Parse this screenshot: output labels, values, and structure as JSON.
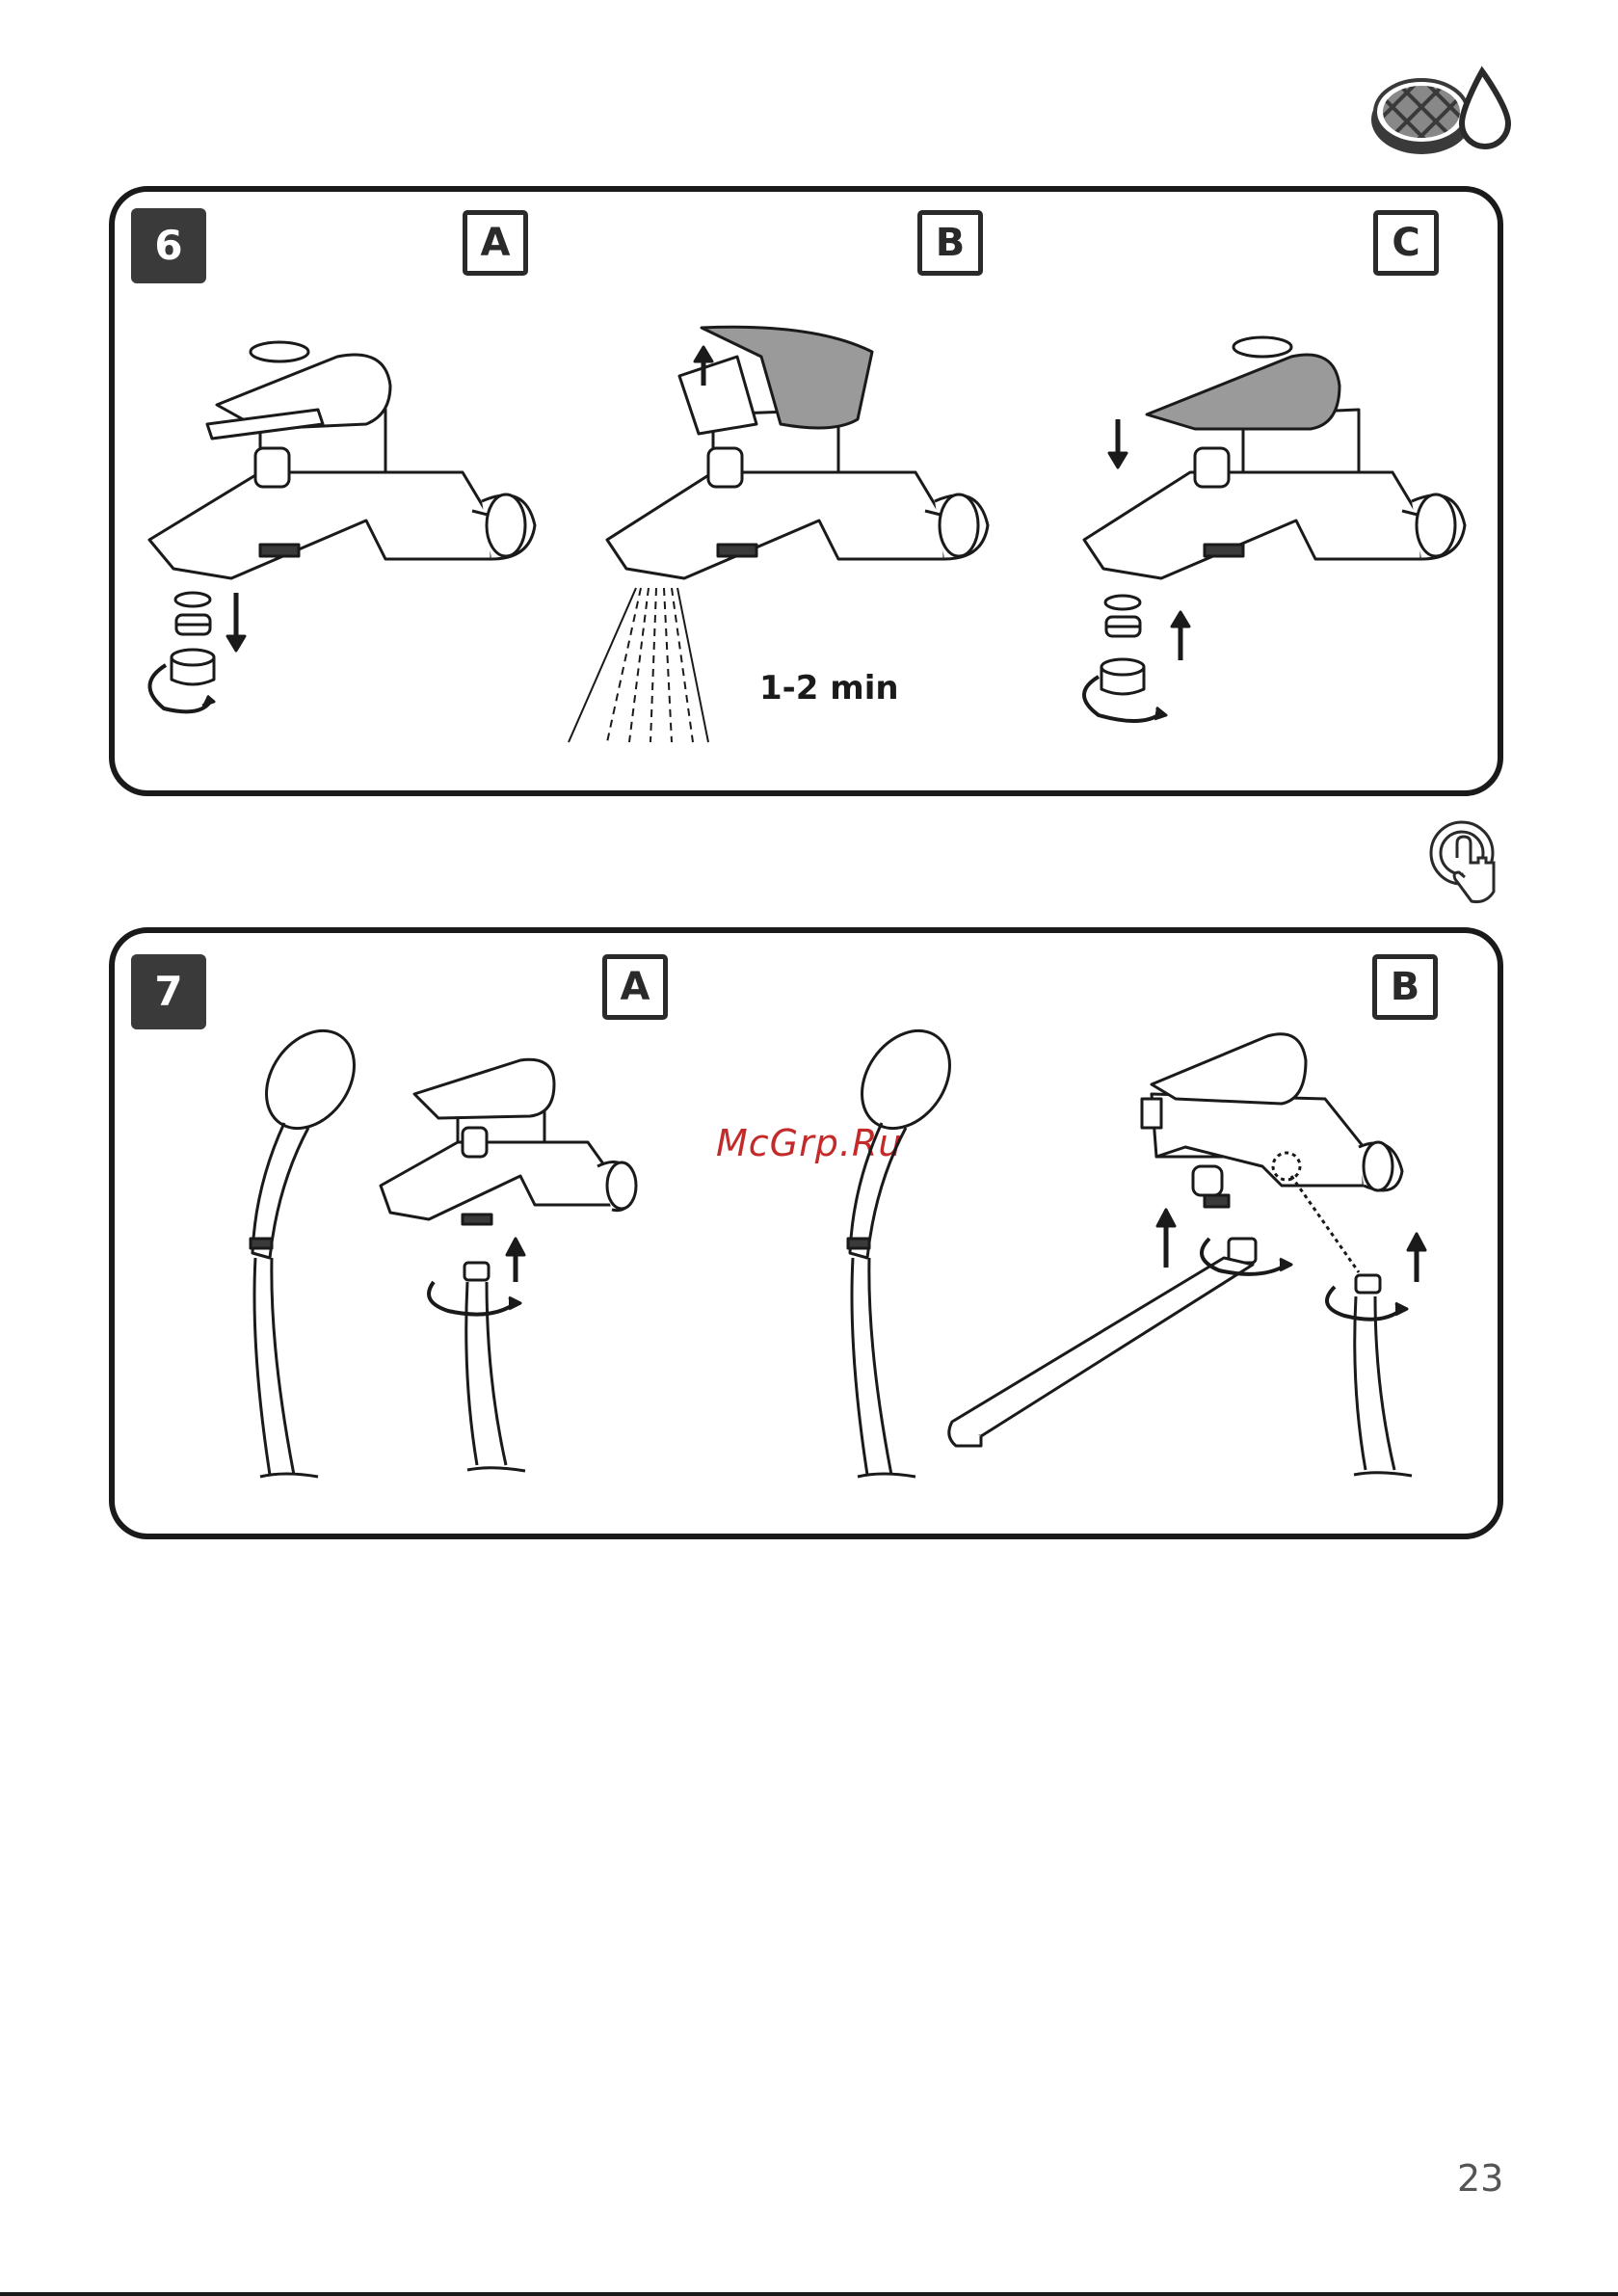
{
  "page": {
    "number": "23"
  },
  "watermark": {
    "text": "McGrp.Ru",
    "color": "#c42a2a"
  },
  "icons": {
    "header": "aerator-filter-water-icon",
    "between_steps": "press-button-hand-icon"
  },
  "steps": [
    {
      "number": "6",
      "sub_labels": [
        "A",
        "B",
        "C"
      ],
      "duration": "1-2 min"
    },
    {
      "number": "7",
      "sub_labels": [
        "A",
        "B"
      ]
    }
  ],
  "colors": {
    "line": "#1a1a1a",
    "badge": "#3a3a3a",
    "highlight": "#9a9a9a"
  }
}
